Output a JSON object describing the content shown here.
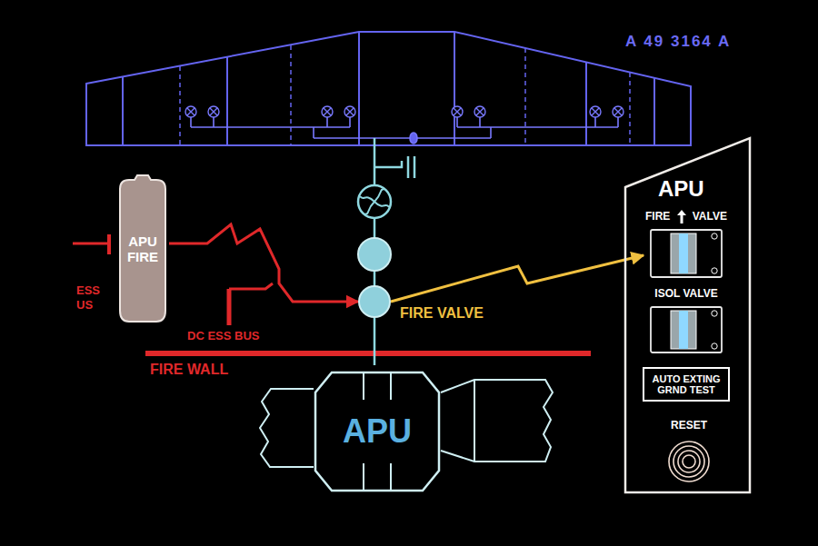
{
  "diagram": {
    "nodes": [
      {
        "text": [
          "APU FIRE"
        ]
      },
      {
        "text": [
          "FIRE VALVE"
        ]
      },
      {
        "text": [
          "APU"
        ]
      },
      {
        "text": [
          "FIRE",
          "VALVE"
        ],
        "in": 2
      },
      {
        "text": [
          "ISOL VALVE"
        ],
        "in": 2
      },
      {
        "text": [
          "AUTO EXTING GRND TEST"
        ],
        "in": 2
      },
      {
        "text": [
          "RESET"
        ],
        "in": 2
      },
      {
        "text": [
          "APU"
        ]
      }
    ],
    "edges": [
      {
        "from": 0,
        "to": 1,
        "arrow": "to"
      },
      {
        "from": 1,
        "to": 3,
        "arrow": "to"
      },
      {
        "from": 1,
        "to": 7,
        "arrow": "none"
      }
    ],
    "labels": [
      "A 49 3164 A",
      "ESS US",
      "DC ESS BUS",
      "FIRE WALL"
    ]
  }
}
